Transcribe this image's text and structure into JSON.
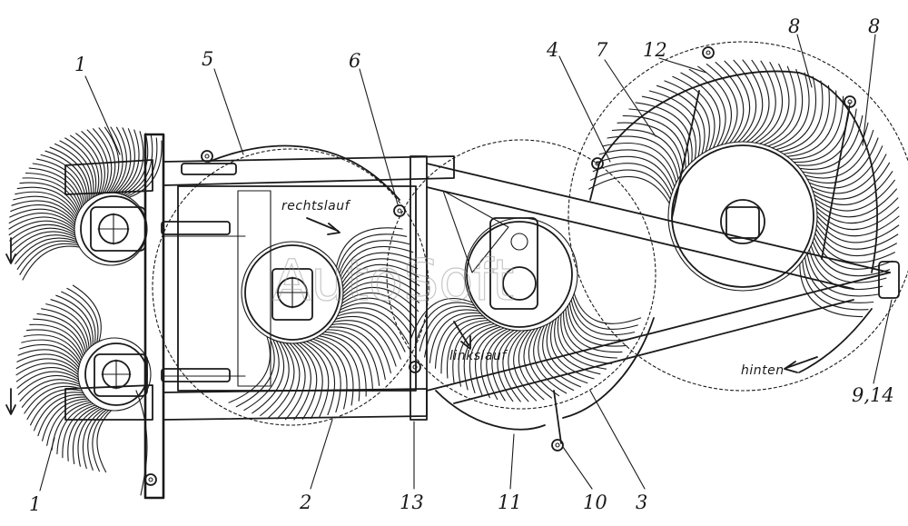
{
  "captions": {
    "rechtslauf": "rechtslauf",
    "linkslauf": "linkslauf",
    "hinten": "hinten"
  },
  "watermark": "AutoSoft",
  "callouts": [
    {
      "id": "c1a",
      "text": "1"
    },
    {
      "id": "c5",
      "text": "5"
    },
    {
      "id": "c6",
      "text": "6"
    },
    {
      "id": "c4",
      "text": "4"
    },
    {
      "id": "c7",
      "text": "7"
    },
    {
      "id": "c12",
      "text": "12"
    },
    {
      "id": "c8a",
      "text": "8"
    },
    {
      "id": "c8b",
      "text": "8"
    },
    {
      "id": "c914",
      "text": "9,14"
    },
    {
      "id": "c1b",
      "text": "1"
    },
    {
      "id": "c2",
      "text": "2"
    },
    {
      "id": "c13",
      "text": "13"
    },
    {
      "id": "c11",
      "text": "11"
    },
    {
      "id": "c10",
      "text": "10"
    },
    {
      "id": "c3",
      "text": "3"
    }
  ],
  "colors": {
    "ink": "#1a1a1a",
    "paper": "#ffffff",
    "watermark": "#9a9a9a"
  }
}
